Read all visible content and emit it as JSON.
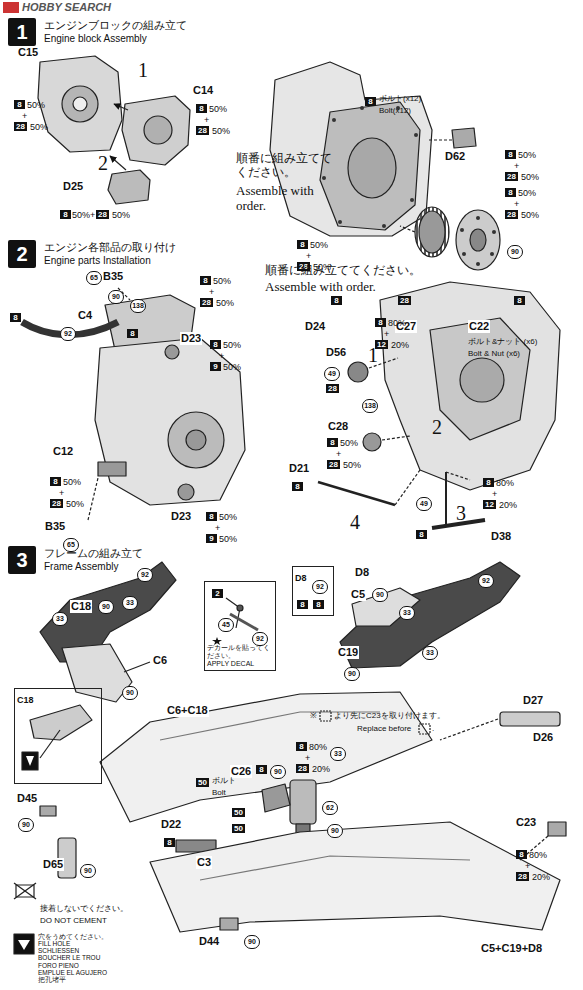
{
  "diagram": {
    "nodes": [
      {
        "text": [
          "1",
          "エンジンブロックの組み立て",
          "Engine block Assembly"
        ]
      },
      {
        "text": [
          "2",
          "エンジン各部品の取り付け",
          "Engine parts Installation"
        ]
      },
      {
        "text": [
          "3",
          "フレームの組み立て",
          "Frame Assembly"
        ]
      },
      {
        "text": [
          "デカールを貼ってください。",
          "APPLY DECAL"
        ]
      },
      {
        "text": [
          "D8"
        ]
      },
      {
        "text": [
          "C18"
        ]
      },
      {
        "text": [
          "穴をうめてください。",
          "FILL HOLE",
          "SCHLIESSEN",
          "BOUCHER LE TROU",
          "FORO PIENO",
          "EMPLUE EL AGUJERO",
          "把孔堵平"
        ]
      }
    ],
    "labels": [
      "HOBBY SEARCH",
      "C15",
      "1",
      "C14",
      "8",
      "50%",
      "+",
      "28",
      "50%",
      "8",
      "50%",
      "+",
      "28",
      "50%",
      "2",
      "D25",
      "8",
      "50%+",
      "28",
      "50%",
      "順番に組み立ててください。",
      "Assemble with order.",
      "8",
      "ボルト(x12)",
      "Bolt(x12)",
      "D62",
      "8",
      "50%",
      "+",
      "28",
      "50%",
      "8",
      "50%",
      "+",
      "28",
      "50%",
      "90",
      "8",
      "50%",
      "+",
      "28",
      "50%",
      "8",
      "D24",
      "28",
      "C27",
      "8",
      "C22",
      "ボルト&ナット (x6)",
      "Bolt & Nut (x6)",
      "65",
      "B35",
      "90",
      "138",
      "8",
      "8",
      "50%",
      "+",
      "28",
      "50%",
      "8",
      "92",
      "C4",
      "D23",
      "8",
      "50%",
      "+",
      "9",
      "50%",
      "C12",
      "8",
      "50%",
      "+",
      "28",
      "50%",
      "B35",
      "65",
      "D23",
      "8",
      "50%",
      "+",
      "9",
      "50%",
      "順番に組み立ててください。",
      "Assemble with order.",
      "8",
      "80%",
      "+",
      "12",
      "20%",
      "1",
      "D56",
      "49",
      "28",
      "138",
      "2",
      "C28",
      "8",
      "50%",
      "+",
      "28",
      "50%",
      "D21",
      "8",
      "4",
      "49",
      "3",
      "8",
      "80%",
      "+",
      "12",
      "20%",
      "8",
      "D38",
      "92",
      "C18",
      "90",
      "33",
      "33",
      "2",
      "45",
      "92",
      "C6",
      "90",
      "D8",
      "92",
      "8",
      "8",
      "C5",
      "90",
      "92",
      "33",
      "33",
      "C19",
      "90",
      "C6+C18",
      "※",
      "より先にC23を取り付けます。",
      "Replace before",
      ".",
      "D27",
      "D26",
      "8",
      "80%",
      "+",
      "28",
      "20%",
      "33",
      "C26",
      "8",
      "90",
      "62",
      "90",
      "D45",
      "90",
      "D65",
      "90",
      "50",
      "ボルト",
      "Bolt",
      "50",
      "50",
      "D22",
      "8",
      "C3",
      "C23",
      "8",
      "80%",
      "+",
      "28",
      "20%",
      "D44",
      "90",
      "C5+C19+D8",
      "接着しないでください。",
      "DO NOT CEMENT"
    ]
  }
}
